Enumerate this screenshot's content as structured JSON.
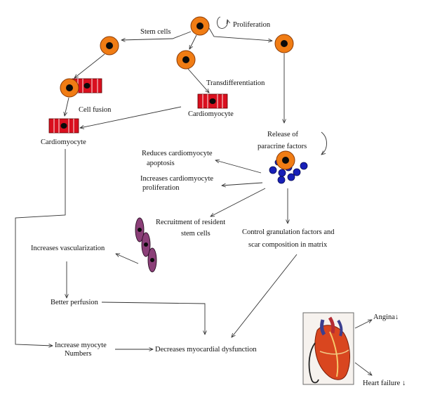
{
  "labels": {
    "stem_cells": "Stem cells",
    "proliferation": "Proliferation",
    "transdifferentiation": "Transdifferentiation",
    "cell_fusion": "Cell fusion",
    "cardiomyocyte_mid": "Cardiomyocyte",
    "cardiomyocyte_left": "Cardiomyocyte",
    "release_line1": "Release of",
    "release_line2": "paracrine factors",
    "reduces_line1": "Reduces cardiomyocyte",
    "reduces_line2": "apoptosis",
    "increases_prolif_line1": "Increases cardiomyocyte",
    "increases_prolif_line2": "proliferation",
    "recruitment_line1": "Recruitment of resident",
    "recruitment_line2": "stem cells",
    "control_line1": "Control granulation factors and",
    "control_line2": "scar composition in matrix",
    "vascularization": "Increases vascularization",
    "better_perfusion": "Better perfusion",
    "increase_myocyte_line1": "Increase myocyte",
    "increase_myocyte_line2": "Numbers",
    "decreases_dysfunction": "Decreases myocardial dysfunction",
    "angina": "Angina↓",
    "heart_failure": "Heart failure ↓"
  },
  "colors": {
    "stem_cell": "#f07c14",
    "nucleus": "#0b0b0b",
    "cardiomyocyte": "#d90f1e",
    "paracrine_dots": "#1820b8",
    "resident_cells": "#8b3f78"
  }
}
